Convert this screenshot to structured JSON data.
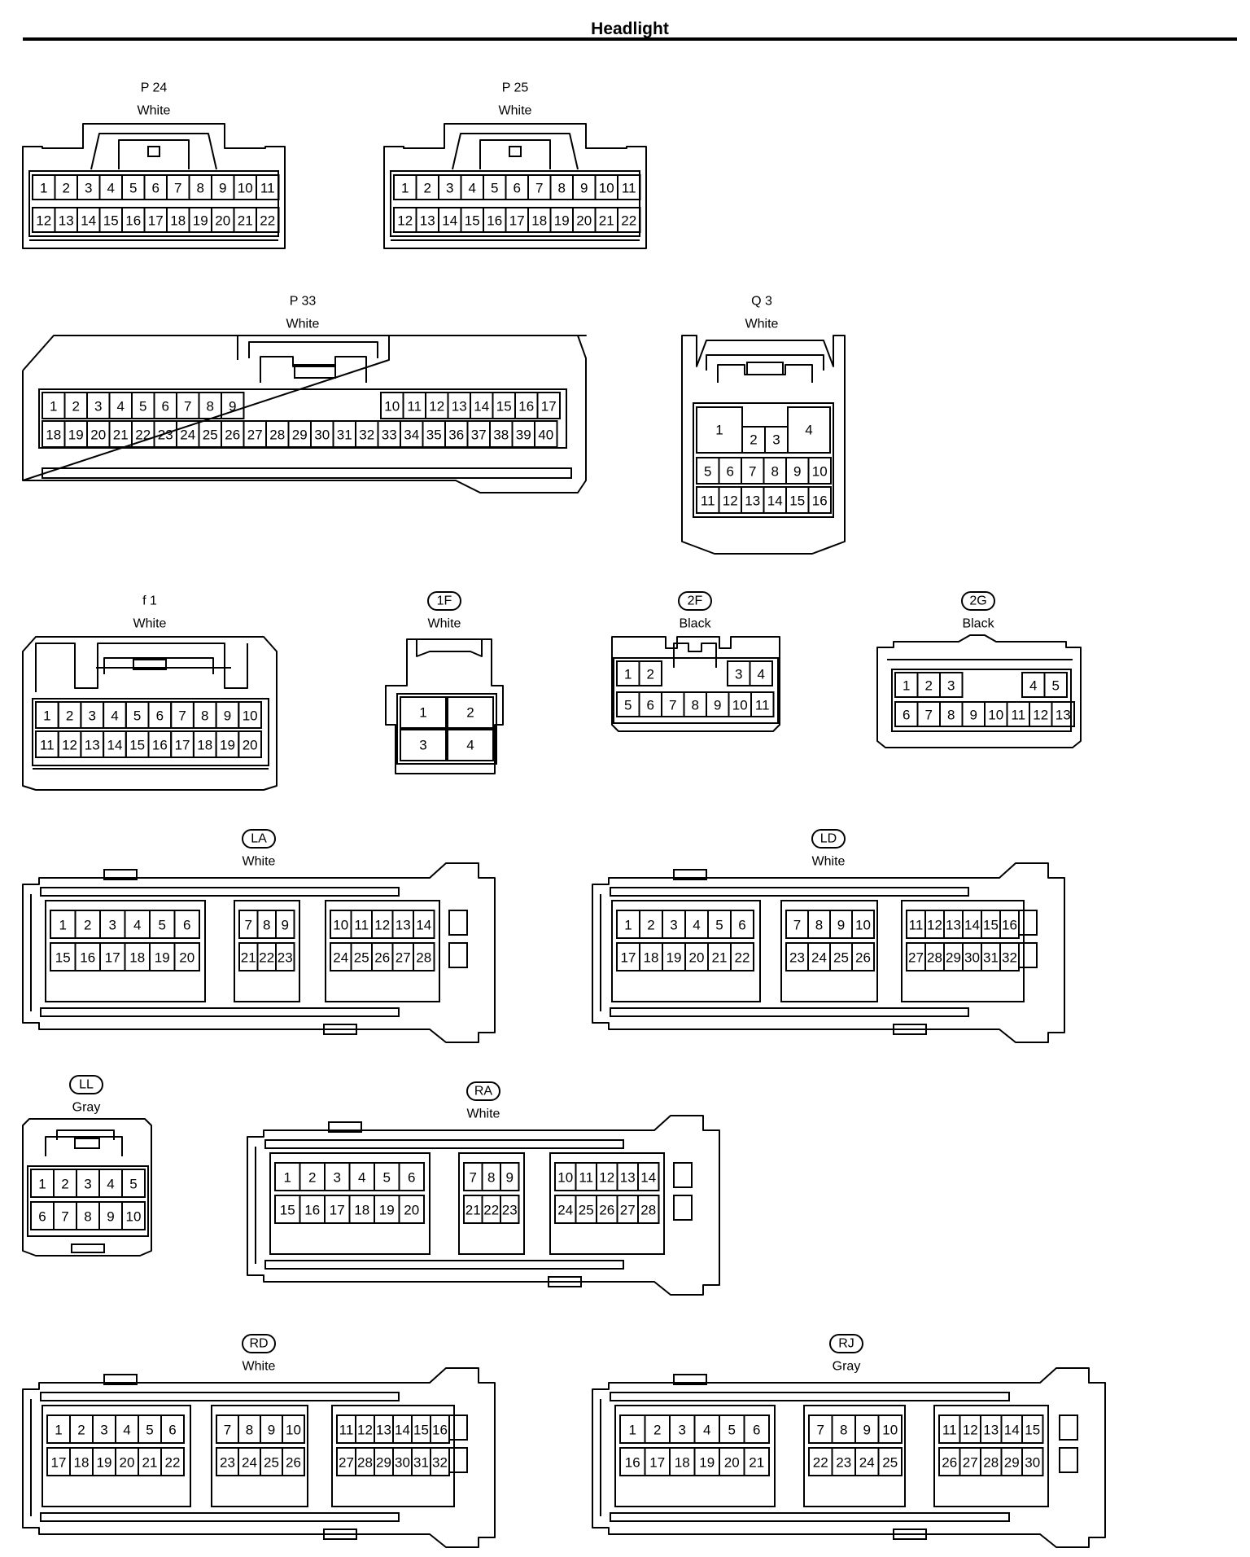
{
  "title": "Headlight",
  "connectors": [
    {
      "id": "P24",
      "name": "P 24",
      "color": "White",
      "boxed": false,
      "rows": [
        [
          "1",
          "2",
          "3",
          "4",
          "5",
          "6",
          "7",
          "8",
          "9",
          "10",
          "11"
        ],
        [
          "12",
          "13",
          "14",
          "15",
          "16",
          "17",
          "18",
          "19",
          "20",
          "21",
          "22"
        ]
      ]
    },
    {
      "id": "P25",
      "name": "P 25",
      "color": "White",
      "boxed": false,
      "rows": [
        [
          "1",
          "2",
          "3",
          "4",
          "5",
          "6",
          "7",
          "8",
          "9",
          "10",
          "11"
        ],
        [
          "12",
          "13",
          "14",
          "15",
          "16",
          "17",
          "18",
          "19",
          "20",
          "21",
          "22"
        ]
      ]
    },
    {
      "id": "P33",
      "name": "P 33",
      "color": "White",
      "boxed": false,
      "rows": [
        [
          "1",
          "2",
          "3",
          "4",
          "5",
          "6",
          "7",
          "8",
          "9",
          "10",
          "11",
          "12",
          "13",
          "14",
          "15",
          "16",
          "17"
        ],
        [
          "18",
          "19",
          "20",
          "21",
          "22",
          "23",
          "24",
          "25",
          "26",
          "27",
          "28",
          "29",
          "30",
          "31",
          "32",
          "33",
          "34",
          "35",
          "36",
          "37",
          "38",
          "39",
          "40"
        ]
      ]
    },
    {
      "id": "Q3",
      "name": "Q 3",
      "color": "White",
      "boxed": false,
      "rows": [
        [
          "1",
          "2",
          "3",
          "4"
        ],
        [
          "5",
          "6",
          "7",
          "8",
          "9",
          "10"
        ],
        [
          "11",
          "12",
          "13",
          "14",
          "15",
          "16"
        ]
      ]
    },
    {
      "id": "f1",
      "name": "f 1",
      "color": "White",
      "boxed": false,
      "rows": [
        [
          "1",
          "2",
          "3",
          "4",
          "5",
          "6",
          "7",
          "8",
          "9",
          "10"
        ],
        [
          "11",
          "12",
          "13",
          "14",
          "15",
          "16",
          "17",
          "18",
          "19",
          "20"
        ]
      ]
    },
    {
      "id": "1F",
      "name": "1F",
      "color": "White",
      "boxed": true,
      "rows": [
        [
          "1",
          "2"
        ],
        [
          "3",
          "4"
        ]
      ]
    },
    {
      "id": "2F",
      "name": "2F",
      "color": "Black",
      "boxed": true,
      "rows": [
        [
          "1",
          "2",
          "3",
          "4"
        ],
        [
          "5",
          "6",
          "7",
          "8",
          "9",
          "10",
          "11"
        ]
      ]
    },
    {
      "id": "2G",
      "name": "2G",
      "color": "Black",
      "boxed": true,
      "rows": [
        [
          "1",
          "2",
          "3",
          "4",
          "5"
        ],
        [
          "6",
          "7",
          "8",
          "9",
          "10",
          "11",
          "12",
          "13"
        ]
      ]
    },
    {
      "id": "LA",
      "name": "LA",
      "color": "White",
      "boxed": true,
      "groups": [
        {
          "rows": [
            [
              "1",
              "2",
              "3",
              "4",
              "5",
              "6"
            ],
            [
              "15",
              "16",
              "17",
              "18",
              "19",
              "20"
            ]
          ]
        },
        {
          "rows": [
            [
              "7",
              "8",
              "9"
            ],
            [
              "21",
              "22",
              "23"
            ]
          ]
        },
        {
          "rows": [
            [
              "10",
              "11",
              "12",
              "13",
              "14"
            ],
            [
              "24",
              "25",
              "26",
              "27",
              "28"
            ]
          ]
        }
      ]
    },
    {
      "id": "LD",
      "name": "LD",
      "color": "White",
      "boxed": true,
      "groups": [
        {
          "rows": [
            [
              "1",
              "2",
              "3",
              "4",
              "5",
              "6"
            ],
            [
              "17",
              "18",
              "19",
              "20",
              "21",
              "22"
            ]
          ]
        },
        {
          "rows": [
            [
              "7",
              "8",
              "9",
              "10"
            ],
            [
              "23",
              "24",
              "25",
              "26"
            ]
          ]
        },
        {
          "rows": [
            [
              "11",
              "12",
              "13",
              "14",
              "15",
              "16"
            ],
            [
              "27",
              "28",
              "29",
              "30",
              "31",
              "32"
            ]
          ]
        }
      ]
    },
    {
      "id": "LL",
      "name": "LL",
      "color": "Gray",
      "boxed": true,
      "rows": [
        [
          "1",
          "2",
          "3",
          "4",
          "5"
        ],
        [
          "6",
          "7",
          "8",
          "9",
          "10"
        ]
      ]
    },
    {
      "id": "RA",
      "name": "RA",
      "color": "White",
      "boxed": true,
      "groups": [
        {
          "rows": [
            [
              "1",
              "2",
              "3",
              "4",
              "5",
              "6"
            ],
            [
              "15",
              "16",
              "17",
              "18",
              "19",
              "20"
            ]
          ]
        },
        {
          "rows": [
            [
              "7",
              "8",
              "9"
            ],
            [
              "21",
              "22",
              "23"
            ]
          ]
        },
        {
          "rows": [
            [
              "10",
              "11",
              "12",
              "13",
              "14"
            ],
            [
              "24",
              "25",
              "26",
              "27",
              "28"
            ]
          ]
        }
      ]
    },
    {
      "id": "RD",
      "name": "RD",
      "color": "White",
      "boxed": true,
      "groups": [
        {
          "rows": [
            [
              "1",
              "2",
              "3",
              "4",
              "5",
              "6"
            ],
            [
              "17",
              "18",
              "19",
              "20",
              "21",
              "22"
            ]
          ]
        },
        {
          "rows": [
            [
              "7",
              "8",
              "9",
              "10"
            ],
            [
              "23",
              "24",
              "25",
              "26"
            ]
          ]
        },
        {
          "rows": [
            [
              "11",
              "12",
              "13",
              "14",
              "15",
              "16"
            ],
            [
              "27",
              "28",
              "29",
              "30",
              "31",
              "32"
            ]
          ]
        }
      ]
    },
    {
      "id": "RJ",
      "name": "RJ",
      "color": "Gray",
      "boxed": true,
      "groups": [
        {
          "rows": [
            [
              "1",
              "2",
              "3",
              "4",
              "5",
              "6"
            ],
            [
              "16",
              "17",
              "18",
              "19",
              "20",
              "21"
            ]
          ]
        },
        {
          "rows": [
            [
              "7",
              "8",
              "9",
              "10"
            ],
            [
              "22",
              "23",
              "24",
              "25"
            ]
          ]
        },
        {
          "rows": [
            [
              "11",
              "12",
              "13",
              "14",
              "15"
            ],
            [
              "26",
              "27",
              "28",
              "29",
              "30"
            ]
          ]
        }
      ]
    }
  ]
}
